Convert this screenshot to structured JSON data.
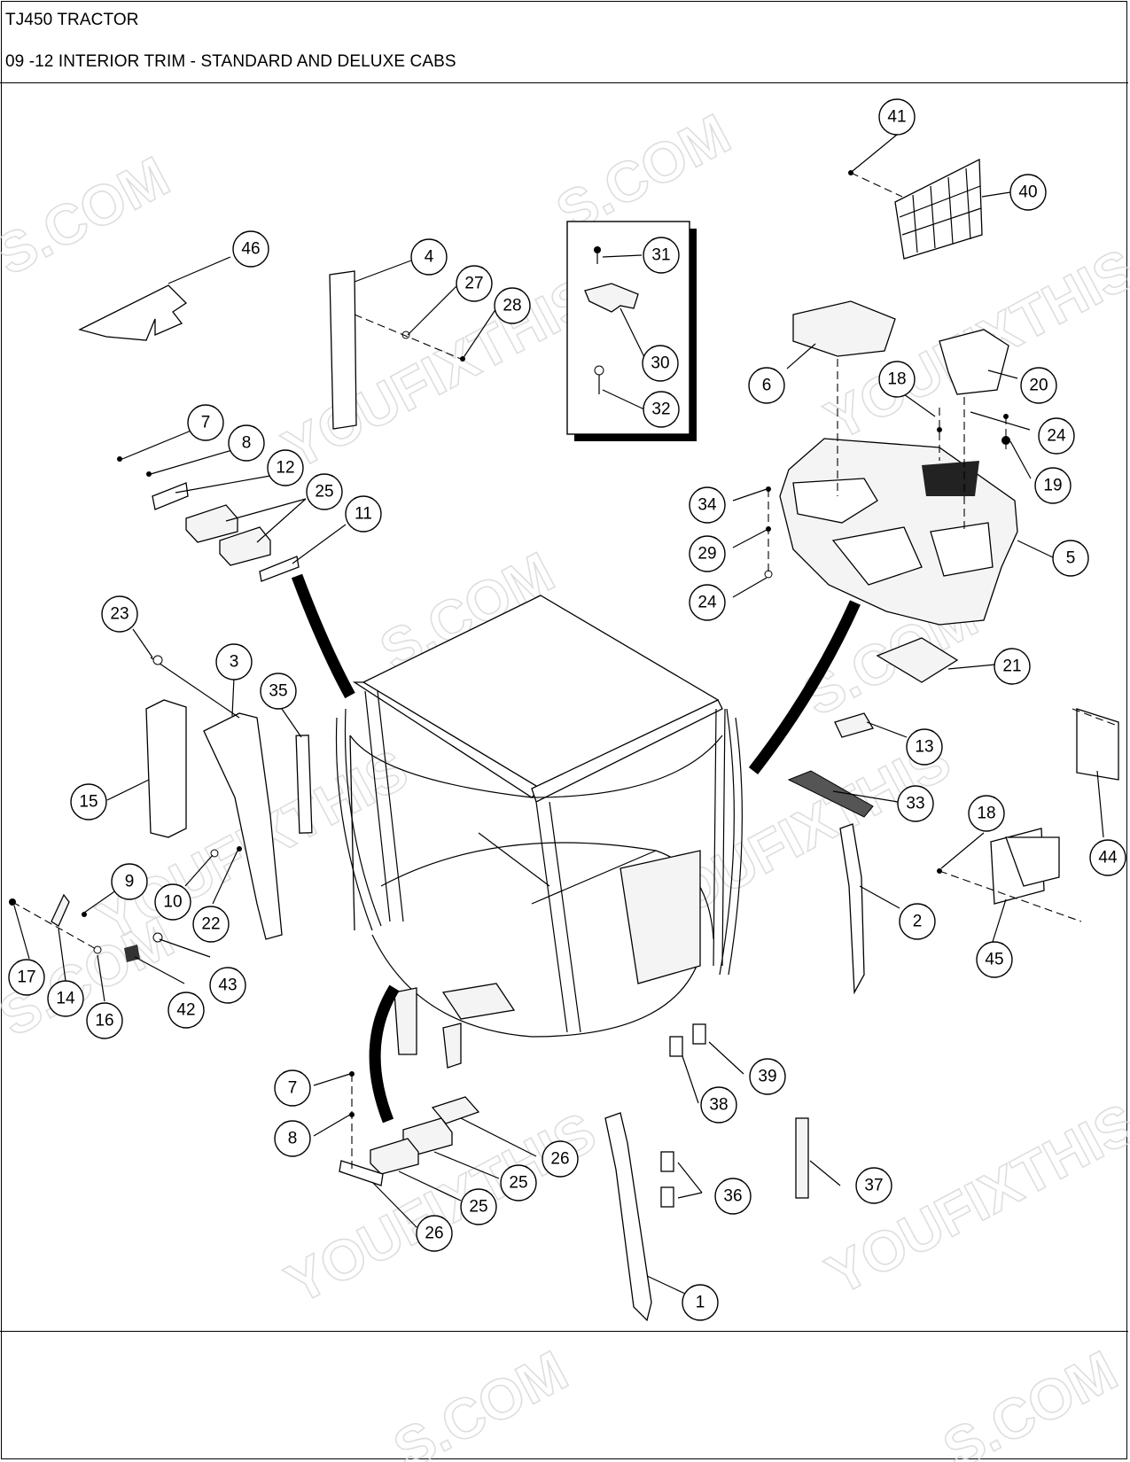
{
  "header": {
    "line1": "TJ450 TRACTOR",
    "line2": "09 -12 INTERIOR TRIM - STANDARD AND DELUXE CABS"
  },
  "watermark": {
    "text_a": "YOUFIXTHIS",
    "text_b": "S.COM"
  },
  "callouts": [
    {
      "id": "c1",
      "label": "1"
    },
    {
      "id": "c2",
      "label": "2"
    },
    {
      "id": "c3",
      "label": "3"
    },
    {
      "id": "c4",
      "label": "4"
    },
    {
      "id": "c5",
      "label": "5"
    },
    {
      "id": "c6",
      "label": "6"
    },
    {
      "id": "c7a",
      "label": "7"
    },
    {
      "id": "c7b",
      "label": "7"
    },
    {
      "id": "c8a",
      "label": "8"
    },
    {
      "id": "c8b",
      "label": "8"
    },
    {
      "id": "c9",
      "label": "9"
    },
    {
      "id": "c10",
      "label": "10"
    },
    {
      "id": "c11",
      "label": "11"
    },
    {
      "id": "c12",
      "label": "12"
    },
    {
      "id": "c13",
      "label": "13"
    },
    {
      "id": "c14",
      "label": "14"
    },
    {
      "id": "c15",
      "label": "15"
    },
    {
      "id": "c16",
      "label": "16"
    },
    {
      "id": "c17",
      "label": "17"
    },
    {
      "id": "c18a",
      "label": "18"
    },
    {
      "id": "c18b",
      "label": "18"
    },
    {
      "id": "c19",
      "label": "19"
    },
    {
      "id": "c20",
      "label": "20"
    },
    {
      "id": "c21",
      "label": "21"
    },
    {
      "id": "c22",
      "label": "22"
    },
    {
      "id": "c23",
      "label": "23"
    },
    {
      "id": "c24a",
      "label": "24"
    },
    {
      "id": "c24b",
      "label": "24"
    },
    {
      "id": "c25a",
      "label": "25"
    },
    {
      "id": "c25b",
      "label": "25"
    },
    {
      "id": "c25c",
      "label": "25"
    },
    {
      "id": "c26a",
      "label": "26"
    },
    {
      "id": "c26b",
      "label": "26"
    },
    {
      "id": "c27",
      "label": "27"
    },
    {
      "id": "c28",
      "label": "28"
    },
    {
      "id": "c29",
      "label": "29"
    },
    {
      "id": "c30",
      "label": "30"
    },
    {
      "id": "c31",
      "label": "31"
    },
    {
      "id": "c32",
      "label": "32"
    },
    {
      "id": "c33",
      "label": "33"
    },
    {
      "id": "c34",
      "label": "34"
    },
    {
      "id": "c35",
      "label": "35"
    },
    {
      "id": "c36",
      "label": "36"
    },
    {
      "id": "c37",
      "label": "37"
    },
    {
      "id": "c38",
      "label": "38"
    },
    {
      "id": "c39",
      "label": "39"
    },
    {
      "id": "c40",
      "label": "40"
    },
    {
      "id": "c41",
      "label": "41"
    },
    {
      "id": "c42",
      "label": "42"
    },
    {
      "id": "c43",
      "label": "43"
    },
    {
      "id": "c44",
      "label": "44"
    },
    {
      "id": "c45",
      "label": "45"
    },
    {
      "id": "c46",
      "label": "46"
    }
  ]
}
